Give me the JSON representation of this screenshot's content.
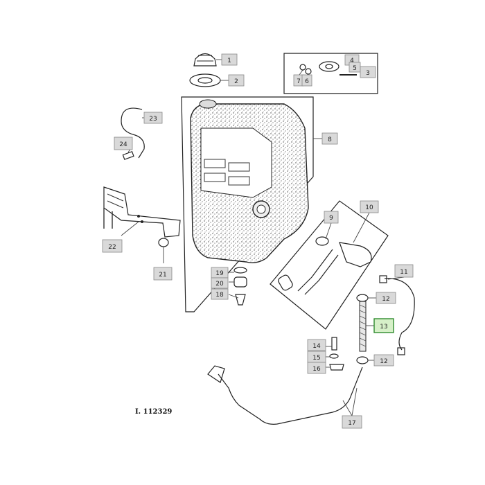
{
  "diagram": {
    "reference": "I. 112329",
    "callouts": {
      "c1": "1",
      "c2": "2",
      "c3": "3",
      "c4": "4",
      "c5": "5",
      "c6": "6",
      "c7": "7",
      "c8": "8",
      "c9": "9",
      "c10": "10",
      "c11": "11",
      "c12a": "12",
      "c12b": "12",
      "c13": "13",
      "c14": "14",
      "c15": "15",
      "c16": "16",
      "c17": "17",
      "c18": "18",
      "c19": "19",
      "c20": "20",
      "c21": "21",
      "c22": "22",
      "c23": "23",
      "c24": "24"
    },
    "highlight_color": "#2e8b2e"
  }
}
